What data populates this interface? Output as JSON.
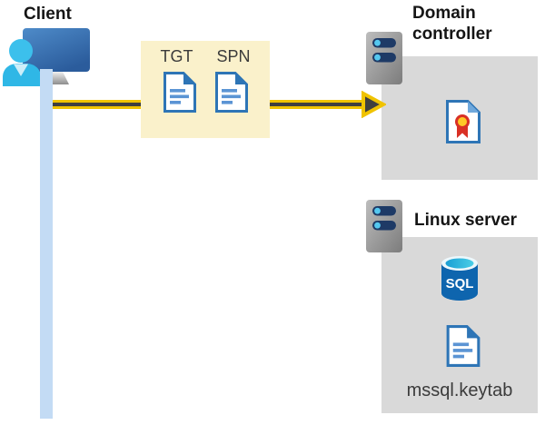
{
  "client": {
    "label": "Client"
  },
  "tickets": {
    "tgt_label": "TGT",
    "spn_label": "SPN"
  },
  "domain_controller": {
    "label": "Domain controller"
  },
  "linux_server": {
    "label": "Linux server",
    "sql_text": "SQL",
    "keytab_label": "mssql.keytab"
  },
  "icons": {
    "client": "client-workstation-icon",
    "server": "server-icon",
    "document": "document-icon",
    "certificate": "certificate-icon",
    "database": "sql-database-icon",
    "arrow": "arrow-right-icon"
  },
  "colors": {
    "box_gray": "#D9D9D9",
    "ticket_box_yellow": "#FAF1CB",
    "arrow_yellow": "#F0C300",
    "arrow_core": "#3F3F3F",
    "client_line_blue": "#C3DBF4",
    "doc_border_blue": "#2E75B6",
    "doc_line_blue": "#5B94D4",
    "monitor_blue": "#3A72B0",
    "person_cyan": "#32BAE8",
    "server_pill_navy": "#1E3A66",
    "server_dot_cyan": "#55C8F0",
    "sql_body_blue": "#0E65AE",
    "sql_top_cyan": "#2DB2DD",
    "cert_red": "#D93025",
    "cert_yellow": "#FFC927"
  }
}
